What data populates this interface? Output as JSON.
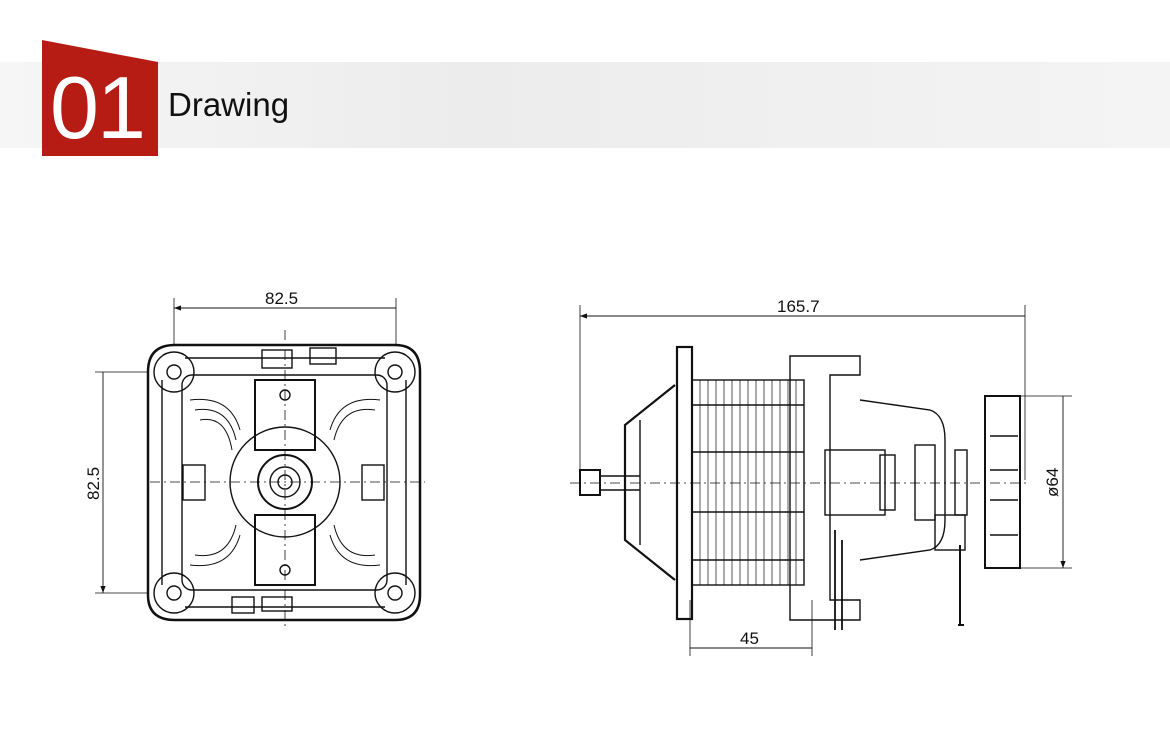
{
  "header": {
    "number": "01",
    "title": "Drawing"
  },
  "front_view": {
    "width_dim": "82.5",
    "height_dim": "82.5"
  },
  "side_view": {
    "length_dim": "165.7",
    "stack_dim": "45",
    "fan_diameter_dim": "ø64"
  }
}
